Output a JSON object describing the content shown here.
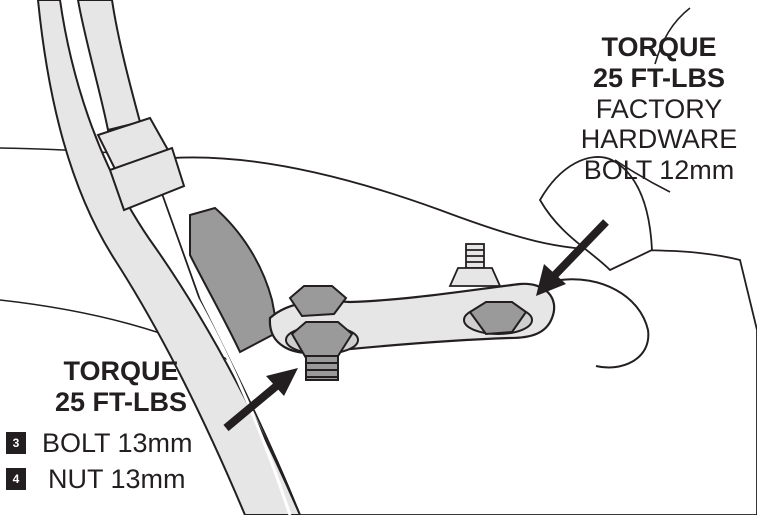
{
  "colors": {
    "ink": "#231f20",
    "part_fill": "#e6e6e6",
    "hardware_fill": "#9a9a9a",
    "background": "#ffffff"
  },
  "callout_right": {
    "torque_title": "TORQUE",
    "torque_value": "25 FT-LBS",
    "line_1": "FACTORY",
    "line_2": "HARDWARE",
    "line_3": "BOLT 12mm"
  },
  "callout_left": {
    "torque_title": "TORQUE",
    "torque_value": "25 FT-LBS",
    "items": [
      {
        "badge": "3",
        "text": "BOLT 13mm"
      },
      {
        "badge": "4",
        "text": "NUT 13mm"
      }
    ]
  }
}
